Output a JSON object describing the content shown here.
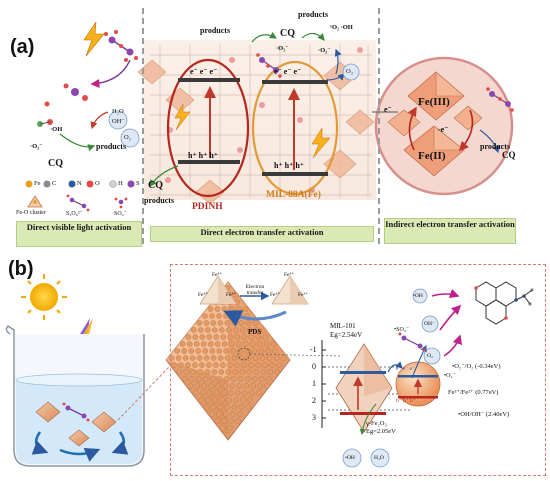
{
  "panel_a": {
    "label": "(a)",
    "legend": {
      "fe": "Fe",
      "c": "C",
      "n": "N",
      "o": "O",
      "h": "H",
      "s": "S",
      "fe_o_cluster": "Fe-O cluster",
      "s2o8": "S₂O₈²⁻",
      "so4": "·SO₄⁻"
    },
    "left": {
      "h2o": "H₂O",
      "oh_circle": "OH⁻",
      "o2": "O₂",
      "oh_radical": "·OH",
      "o2_radical": "·O₂⁻",
      "products": "products",
      "cq": "CQ",
      "box": "Direct visible light activation"
    },
    "middle": {
      "products_1": "products",
      "products_2": "products",
      "cq_top": "CQ",
      "radicals_top": "¹O₂ ·OH",
      "o2_radical_1": "·O₂⁻",
      "o2_radical_2": "·O₂⁻",
      "o2": "O₂",
      "electrons_left": "e⁻ e⁻ e⁻",
      "electrons_right": "e⁻ e⁻ e⁻",
      "holes_left": "h⁺ h⁺ h⁺",
      "holes_right": "h⁺ h⁺ h⁺",
      "cq_bottom": "CQ",
      "products_bottom": "products",
      "pdinh": "PDINH",
      "mil88": "MIL-88A(Fe)",
      "box": "Direct electron transfer activation"
    },
    "right": {
      "e_left": "e⁻",
      "e_mid": "-e⁻",
      "fe3": "Fe(III)",
      "fe2": "Fe(II)",
      "products": "products",
      "cq": "CQ",
      "box": "Indirect electron transfer activation"
    }
  },
  "panel_b": {
    "label": "(b)",
    "fe_left_top": "Fe³⁺",
    "fe_left_l": "Fe³⁺",
    "fe_left_r": "Fe³⁺",
    "fe_right_top": "Fe³⁺",
    "fe_right_l": "Fe²⁺",
    "fe_right_r": "Fe³⁺",
    "electron_transfer": "Electron transfer",
    "pds": "PDS",
    "mil101": "MIL-101",
    "mil101_gap": "Eg=2.54eV",
    "fe2o3": "γ-Fe₂O₃",
    "fe2o3_gap": "Eg=2.05eV",
    "scale_ticks": [
      "-1",
      "0",
      "1",
      "2",
      "3"
    ],
    "oh_circle_top": "OH⁻",
    "oh_radical_top": "•OH",
    "so4": "•SO₄⁻",
    "o2": "O₂",
    "o2_radical": "•O₂⁻",
    "oh_radical_bottom": "•OH",
    "h2o": "H₂O",
    "potential_o2": "•O₂⁻/O₂ (-0.34eV)",
    "potential_fe": "Fe³⁺/Fe²⁺ (0.77eV)",
    "potential_oh": "•OH/OH⁻ (2.40eV)",
    "electrons": "e⁻ e⁻ e⁻",
    "holes": "h⁺ h⁺ h⁺"
  },
  "colors": {
    "green_box": "#dbe9b5",
    "red_ellipse": "#c0392b",
    "orange_ellipse": "#e09a3a",
    "dashed_border": "#d47a73",
    "octahedron": "#e8a87c"
  }
}
